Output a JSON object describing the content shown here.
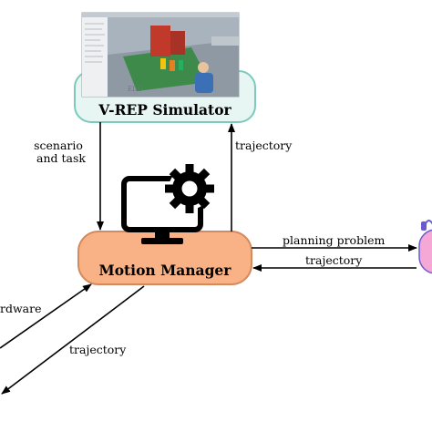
{
  "nodes": {
    "simulator": {
      "label": "V-REP Simulator"
    },
    "manager": {
      "label": "Motion Manager"
    }
  },
  "edges": {
    "scenario_task": {
      "line1": "scenario",
      "line2": "and task"
    },
    "sim_trajectory": {
      "label": "trajectory"
    },
    "planning_problem": {
      "label": "planning problem"
    },
    "planner_trajectory": {
      "label": "trajectory"
    },
    "hardware": {
      "label": "rdware"
    },
    "hardware_trajectory": {
      "label": "trajectory"
    }
  },
  "screenshot": {
    "watermark": "EDU"
  },
  "colors": {
    "simulator_fill": "#e8f6f3",
    "simulator_stroke": "#7dc9bd",
    "manager_fill": "#f8b286",
    "manager_stroke": "#d48a5d",
    "planner_fill": "#f5a8d6",
    "planner_stroke": "#6a5acd",
    "icon": "#000000"
  }
}
